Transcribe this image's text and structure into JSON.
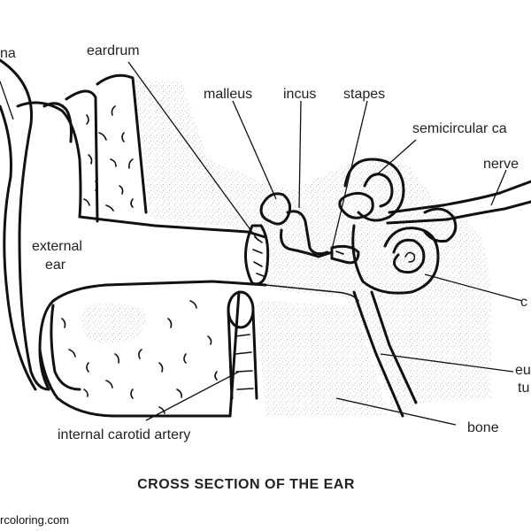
{
  "labels": {
    "pinna": "na",
    "eardrum": "eardrum",
    "malleus": "malleus",
    "incus": "incus",
    "stapes": "stapes",
    "semicircular": "semicircular ca",
    "nerve": "nerve",
    "external_ear_1": "external",
    "external_ear_2": "ear",
    "cochlea": "c",
    "eustachian_1": "eu",
    "eustachian_2": "tu",
    "internal_carotid": "internal carotid artery",
    "bone": "bone"
  },
  "title": "CROSS SECTION OF THE EAR",
  "watermark": "rcoloring.com",
  "colors": {
    "line": "#111111",
    "text": "#222222",
    "stipple": "#9a9a9a"
  }
}
